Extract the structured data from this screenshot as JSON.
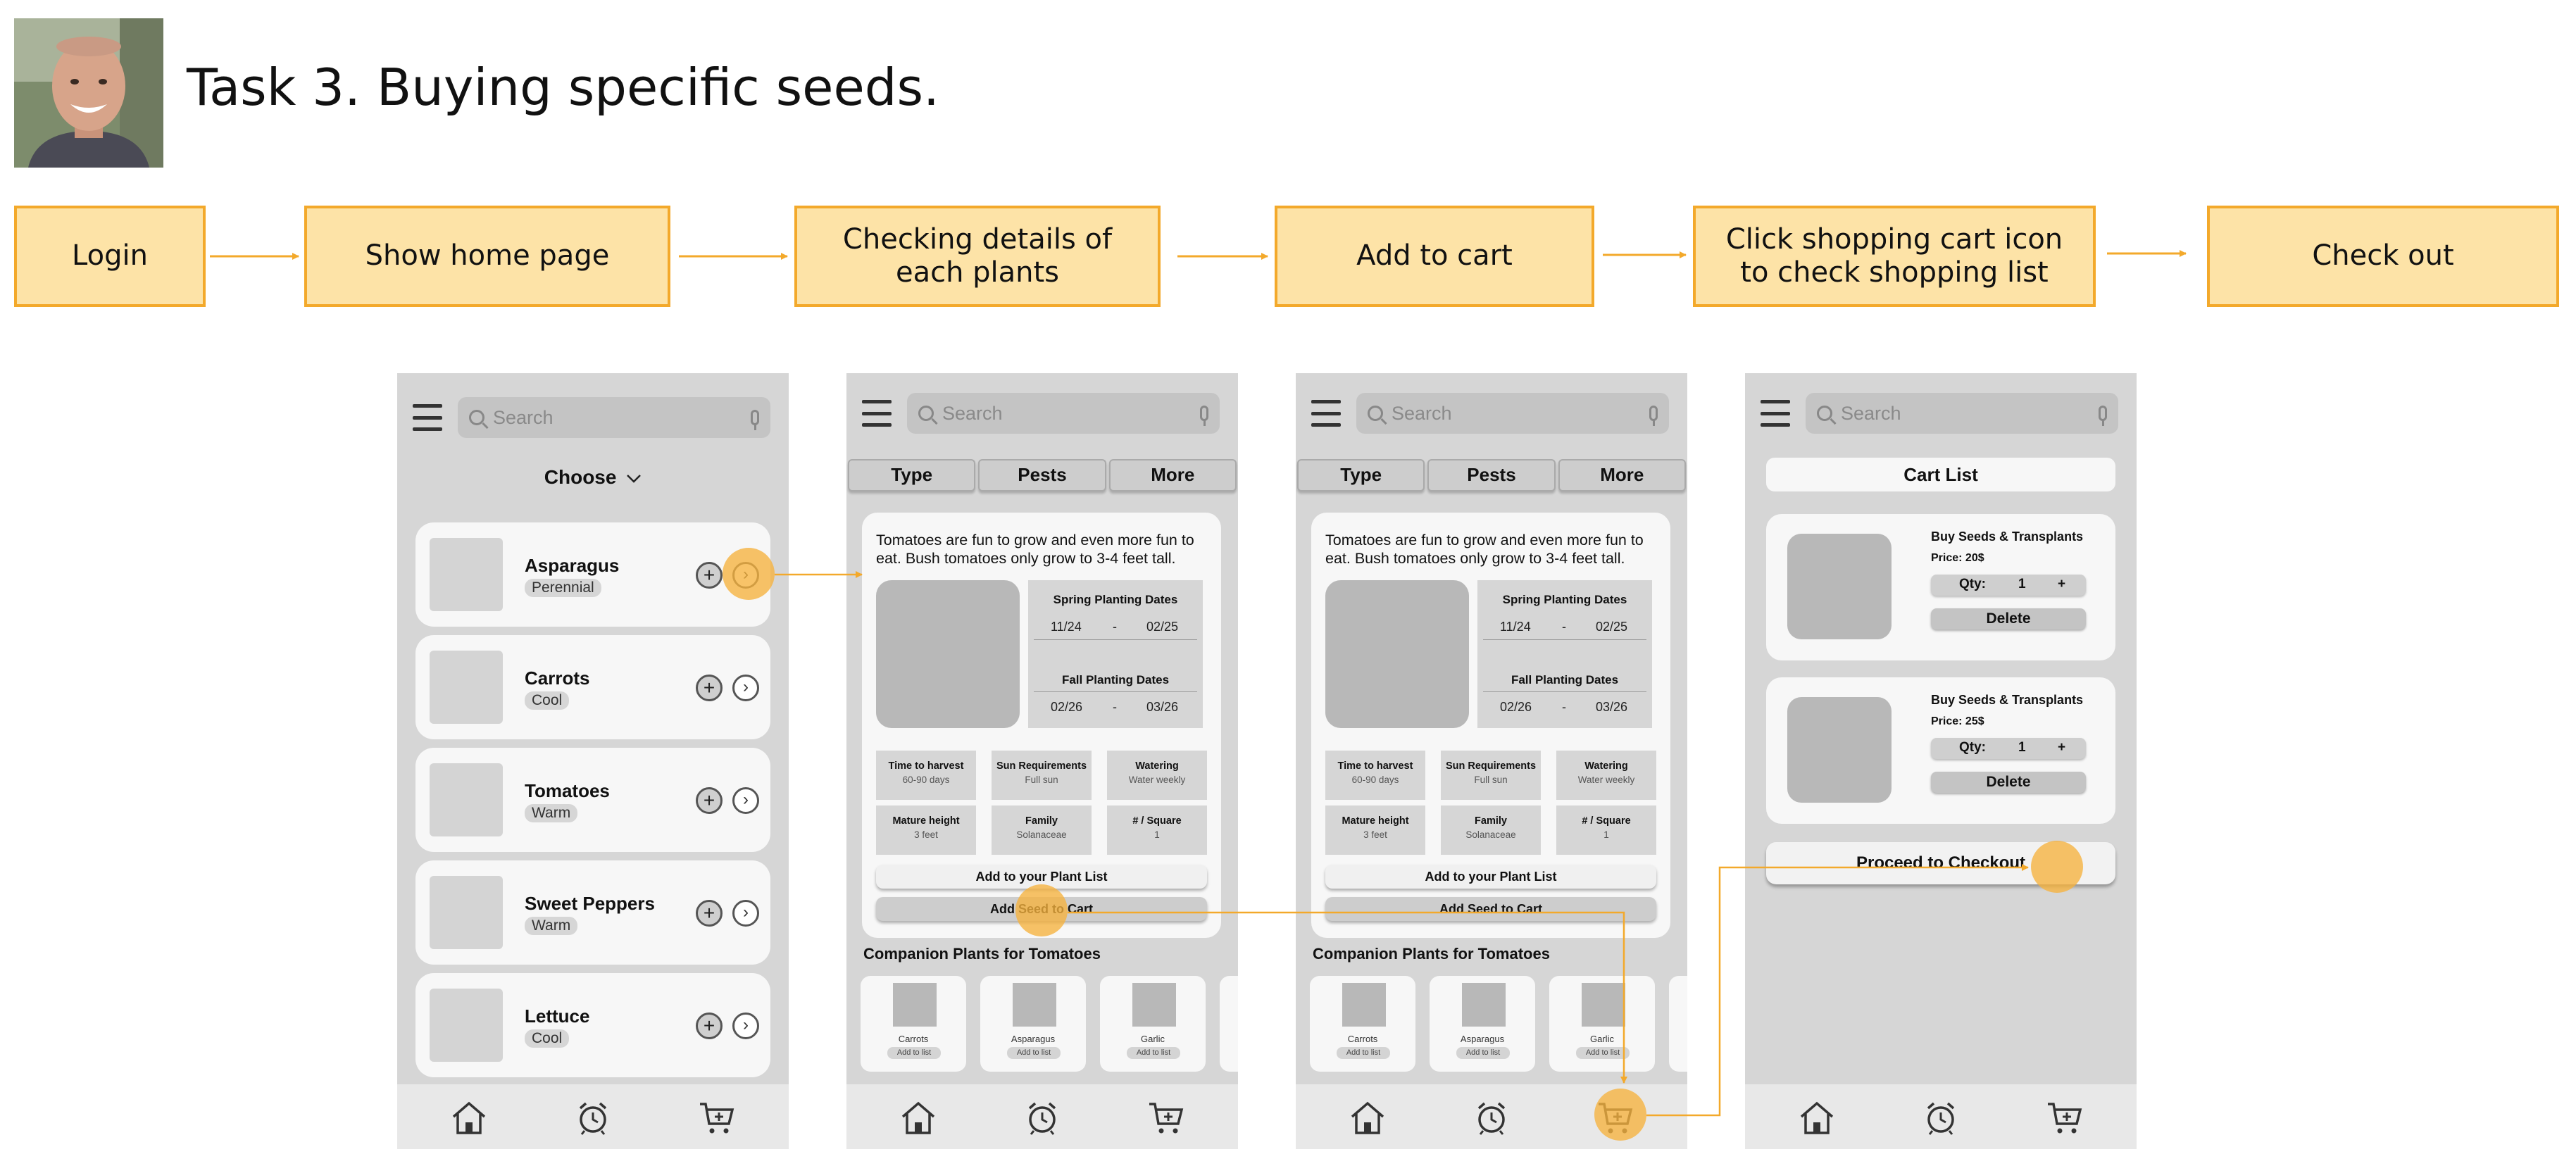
{
  "header": {
    "title": "Task 3. Buying specific seeds."
  },
  "flow": {
    "steps": [
      "Login",
      "Show home page",
      "Checking details of each plants",
      "Add to cart",
      "Click shopping cart icon to check shopping list",
      "Check out"
    ],
    "colors": {
      "step_fill": "#fde3a7",
      "step_border": "#f3a92b",
      "highlight": "#f6b23e"
    }
  },
  "common": {
    "search_placeholder": "Search"
  },
  "home": {
    "choose_label": "Choose",
    "plants": [
      {
        "name": "Asparagus",
        "tag": "Perennial"
      },
      {
        "name": "Carrots",
        "tag": "Cool"
      },
      {
        "name": "Tomatoes",
        "tag": "Warm"
      },
      {
        "name": "Sweet Peppers",
        "tag": "Warm"
      },
      {
        "name": "Lettuce",
        "tag": "Cool"
      }
    ],
    "add_symbol": "+",
    "go_symbol": "›"
  },
  "detail": {
    "tabs": [
      "Type",
      "Pests",
      "More"
    ],
    "description": "Tomatoes are fun to grow and even more fun to eat. Bush tomatoes only grow to 3-4 feet tall.",
    "spring_title": "Spring Planting Dates",
    "spring_start": "11/24",
    "spring_end": "02/25",
    "fall_title": "Fall Planting Dates",
    "fall_start": "02/26",
    "fall_end": "03/26",
    "date_sep": "-",
    "stats": [
      {
        "label": "Time to harvest",
        "value": "60-90 days"
      },
      {
        "label": "Sun Requirements",
        "value": "Full sun"
      },
      {
        "label": "Watering",
        "value": "Water weekly"
      },
      {
        "label": "Mature height",
        "value": "3 feet"
      },
      {
        "label": "Family",
        "value": "Solanaceae"
      },
      {
        "label": "# / Square",
        "value": "1"
      }
    ],
    "add_plant_list": "Add to your Plant List",
    "add_seed_cart": "Add Seed to Cart",
    "companion_title": "Companion Plants for Tomatoes",
    "companions": [
      "Carrots",
      "Asparagus",
      "Garlic"
    ],
    "companion_add": "Add to list"
  },
  "cart": {
    "title": "Cart List",
    "items": [
      {
        "title": "Buy Seeds & Transplants",
        "price": "Price: 20$",
        "qty_label": "Qty:",
        "qty": "1",
        "plus": "+",
        "delete": "Delete"
      },
      {
        "title": "Buy Seeds & Transplants",
        "price": "Price: 25$",
        "qty_label": "Qty:",
        "qty": "1",
        "plus": "+",
        "delete": "Delete"
      }
    ],
    "checkout": "Proceed to Checkout"
  },
  "icons": [
    "menu-icon",
    "search-icon",
    "mic-icon",
    "home-icon",
    "alarm-clock-icon",
    "cart-plus-icon",
    "chevron-down-icon",
    "chevron-right-icon",
    "plus-icon"
  ]
}
